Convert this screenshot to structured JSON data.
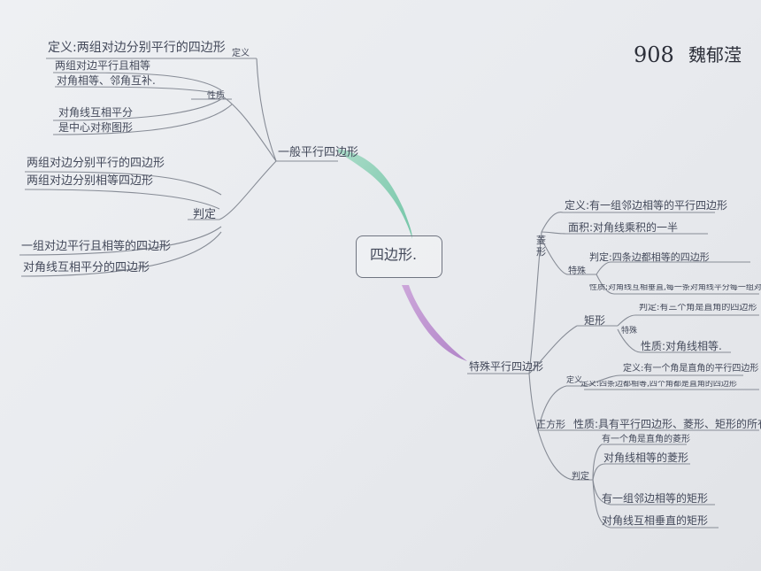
{
  "header": {
    "class_label": "908",
    "author": "魏郁滢"
  },
  "center": {
    "label": "四边形."
  },
  "left": {
    "branch": "一般平行四边形",
    "definition": {
      "tag": "定义",
      "text": "定义:两组对边分别平行的四边形"
    },
    "properties": {
      "tag": "性质",
      "items": [
        "两组对边平行且相等",
        "对角相等、邻角互补.",
        "对角线互相平分",
        "是中心对称图形"
      ]
    },
    "criteria": {
      "tag": "判定",
      "items": [
        "两组对边分别平行的四边形",
        "两组对边分别相等四边形",
        "一组对边平行且相等的四边形",
        "对角线互相平分的四边形"
      ]
    }
  },
  "right": {
    "branch": "特殊平行四边形",
    "rhombus": {
      "tag": "菱形",
      "definition": "定义:有一组邻边相等的平行四边形",
      "area": "面积:对角线乘积的一半",
      "special_tag": "特殊",
      "criteria": "判定:四条边都相等的四边形",
      "properties": "性质:对角线互相垂直,每一条对角线平分每一组对角"
    },
    "rectangle": {
      "tag": "矩形",
      "special_tag": "特殊",
      "criteria": "判定:有三个角是直角的四边形",
      "properties": "性质:对角线相等."
    },
    "square": {
      "tag": "正方形",
      "definition_tag": "定义",
      "definition_1": "定义:有一个角是直角的平行四边形",
      "definition_2": "定义:四条边都相等,四个角都是直角的四边形",
      "properties": "性质:具有平行四边形、菱形、矩形的所有性质",
      "criteria_tag": "判定",
      "criteria": [
        "有一个角是直角的菱形",
        "对角线相等的菱形",
        "有一组邻边相等的矩形",
        "对角线互相垂直的矩形"
      ]
    }
  }
}
